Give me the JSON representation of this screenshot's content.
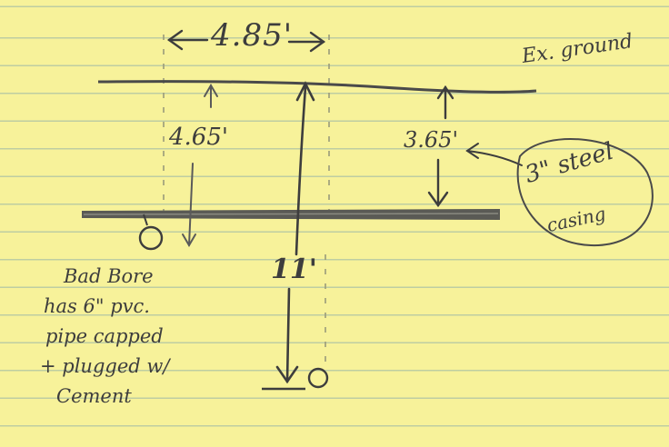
{
  "dimensions": {
    "width_top": "4.85'",
    "left_depth": "4.65'",
    "right_depth": "3.65'",
    "center_depth": "11'"
  },
  "labels": {
    "existing_ground": "Ex. ground",
    "casing_line1": "3\" steel",
    "casing_line2": "casing"
  },
  "note": {
    "lines": [
      "Bad Bore",
      "has 6\" pvc.",
      "pipe capped",
      "+ plugged w/",
      "Cement"
    ]
  },
  "colors": {
    "paper": "#f7f29a",
    "ink": "#3d3d3d",
    "rule_lines": "#78a0aa"
  }
}
